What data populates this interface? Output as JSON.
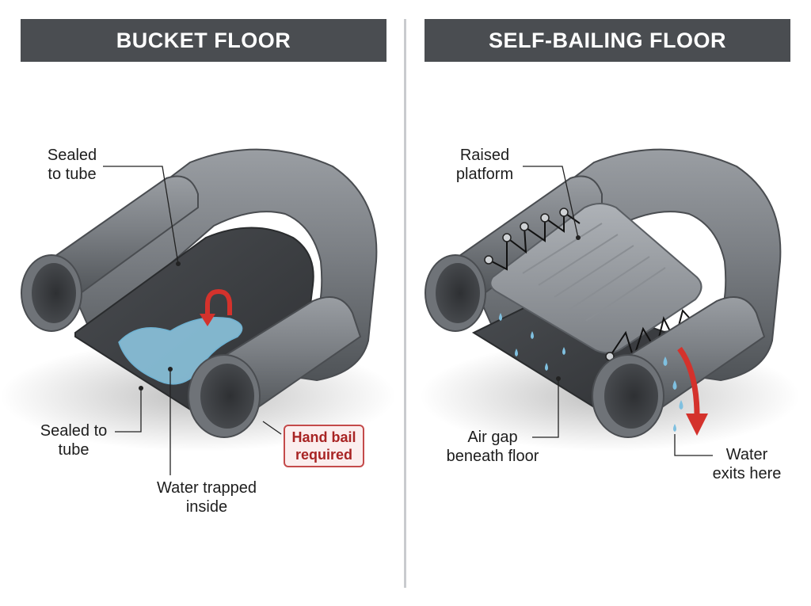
{
  "left_panel": {
    "title": "BUCKET FLOOR",
    "labels": {
      "sealed_top_line1": "Sealed",
      "sealed_top_line2": "to tube",
      "sealed_bottom_line1": "Sealed to",
      "sealed_bottom_line2": "tube",
      "water_line1": "Water trapped",
      "water_line2": "inside",
      "callout_line1": "Hand bail",
      "callout_line2": "required"
    }
  },
  "right_panel": {
    "title": "SELF-BAILING FLOOR",
    "labels": {
      "raised_line1": "Raised",
      "raised_line2": "platform",
      "airgap_line1": "Air gap",
      "airgap_line2": "beneath floor",
      "exits_line1": "Water",
      "exits_line2": "exits here"
    }
  },
  "colors": {
    "header_bg": "#4a4d51",
    "tube": "#6f7378",
    "floor": "#3a3c3f",
    "water": "#8fcbe6",
    "arrow": "#d4322c",
    "callout_border": "#c44a4a"
  }
}
